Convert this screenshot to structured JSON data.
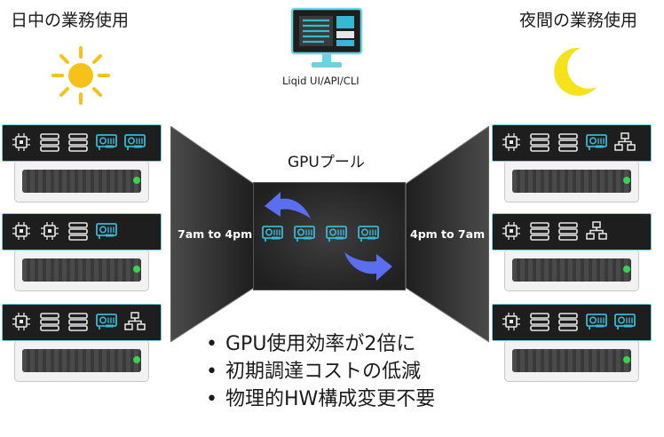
{
  "headings": {
    "day": "日中の業務使用",
    "night": "夜間の業務使用"
  },
  "monitor_caption": "Liqid UI/API/CLI",
  "pool": {
    "title": "GPUプール",
    "gpu_count": 4
  },
  "schedules": {
    "left": "7am to 4pm",
    "right": "4pm to 7am"
  },
  "servers": {
    "left": [
      {
        "icons": [
          "cpu-icon",
          "memory-icon",
          "memory-icon",
          "gpu-icon",
          "gpu-icon"
        ]
      },
      {
        "icons": [
          "cpu-icon",
          "cpu-icon",
          "memory-icon",
          "gpu-icon"
        ]
      },
      {
        "icons": [
          "cpu-icon",
          "memory-icon",
          "memory-icon",
          "gpu-icon",
          "network-icon"
        ]
      }
    ],
    "right": [
      {
        "icons": [
          "cpu-icon",
          "memory-icon",
          "memory-icon",
          "gpu-icon",
          "network-icon"
        ]
      },
      {
        "icons": [
          "cpu-icon",
          "memory-icon",
          "memory-icon",
          "network-icon"
        ]
      },
      {
        "icons": [
          "cpu-icon",
          "memory-icon",
          "memory-icon",
          "gpu-icon",
          "gpu-icon"
        ]
      }
    ]
  },
  "bullets": [
    "GPU使用効率が2倍に",
    "初期調達コストの低減",
    "物理的HW構成変更不要"
  ],
  "colors": {
    "accent": "#6fd0e0",
    "gpu": "#36b8d4",
    "arrow": "#5b6ef0",
    "sun": "#f6c21a",
    "moon": "#f6e21a"
  }
}
